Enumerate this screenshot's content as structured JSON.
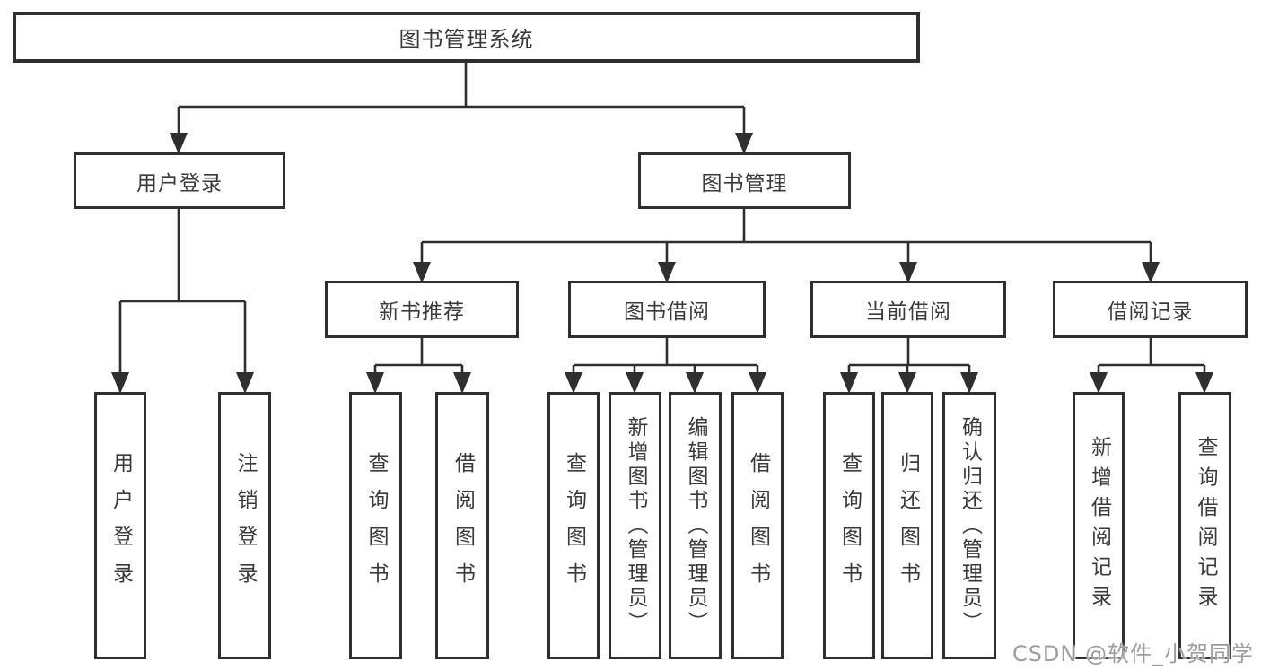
{
  "diagram": {
    "root": {
      "label": "图书管理系统"
    },
    "branches": [
      {
        "label": "用户登录",
        "leaves": [
          "用户登录",
          "注销登录"
        ]
      },
      {
        "label": "图书管理",
        "groups": [
          {
            "label": "新书推荐",
            "leaves": [
              "查询图书",
              "借阅图书"
            ]
          },
          {
            "label": "图书借阅",
            "leaves": [
              "查询图书",
              "新增图书（管理员）",
              "编辑图书（管理员）",
              "借阅图书"
            ]
          },
          {
            "label": "当前借阅",
            "leaves": [
              "查询图书",
              "归还图书",
              "确认归还（管理员）"
            ]
          },
          {
            "label": "借阅记录",
            "leaves": [
              "新增借阅记录",
              "查询借阅记录"
            ]
          }
        ]
      }
    ]
  },
  "watermark": {
    "text": "CSDN @软件_小贺同学"
  },
  "colors": {
    "line": "#2f2f2f",
    "box_border": "#2f2f2f",
    "text": "#3a3a3a",
    "background": "#ffffff",
    "watermark": "#9d9d9d"
  }
}
